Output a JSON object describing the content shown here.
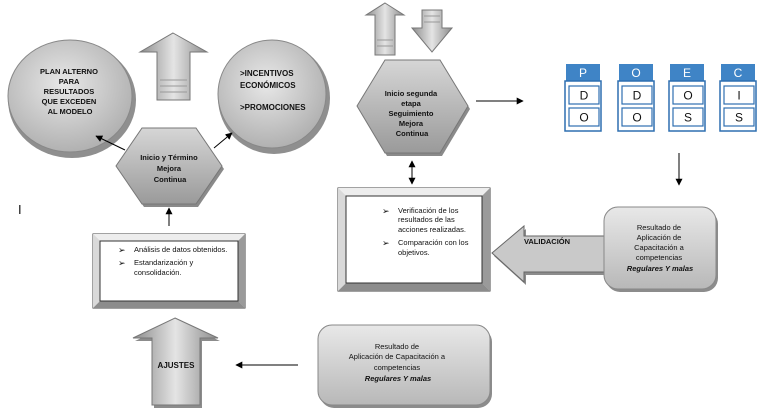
{
  "cycle": {
    "start_node": [
      "Inicio y Término",
      "Mejora",
      "Continua"
    ],
    "alt_plan": [
      "PLAN ALTERNO",
      "PARA",
      "RESULTADOS",
      "QUE EXCEDEN",
      "AL MODELO"
    ],
    "incentives": [
      ">INCENTIVOS",
      "ECONÓMICOS",
      "",
      ">PROMOCIONES"
    ],
    "second_stage": [
      "Inicio segunda",
      "etapa",
      "Seguimiento",
      "Mejora",
      "Continua"
    ],
    "analysis": [
      "Análisis de datos obtenidos.",
      "Estandarización y consolidación."
    ],
    "verification": [
      "Verificación de los resultados de las acciones realizadas.",
      "Comparación con los objetivos."
    ],
    "validation_label": "VALIDACIÓN",
    "result_right": {
      "lines": [
        "Resultado de",
        "Aplicación de",
        "Capacitación  a",
        "competencias"
      ],
      "emphasis": "Regulares Y malas"
    },
    "result_bottom": {
      "lines": [
        "Resultado de",
        "Aplicación de Capacitación  a",
        "competencias"
      ],
      "emphasis": "Regulares Y malas"
    },
    "ajustes_label": "AJUSTES",
    "cursor_mark": "I",
    "bullet_marker": "➢"
  },
  "pdec": {
    "columns": [
      {
        "header": "P",
        "cells": [
          "D",
          "O"
        ]
      },
      {
        "header": "O",
        "cells": [
          "D",
          "O"
        ]
      },
      {
        "header": "E",
        "cells": [
          "O",
          "S"
        ]
      },
      {
        "header": "C",
        "cells": [
          "I",
          "S"
        ]
      }
    ],
    "header_color": "#3f84c6",
    "border_color": "#2e6fb0"
  }
}
